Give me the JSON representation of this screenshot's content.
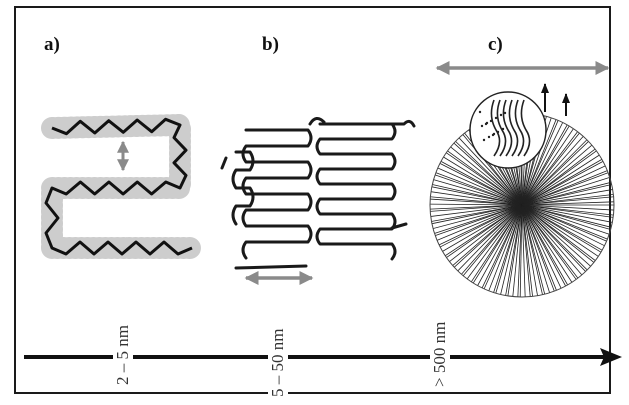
{
  "panels": [
    {
      "label": "a)",
      "scale": "2 – 5 nm"
    },
    {
      "label": "b)",
      "scale": "5 – 50 nm"
    },
    {
      "label": "c)",
      "scale": "> 500 nm"
    }
  ],
  "colors": {
    "ink": "#111111",
    "arrow": "#8a8a8a",
    "halo": "#bcbcbc",
    "frame": "#1a1a1a"
  }
}
